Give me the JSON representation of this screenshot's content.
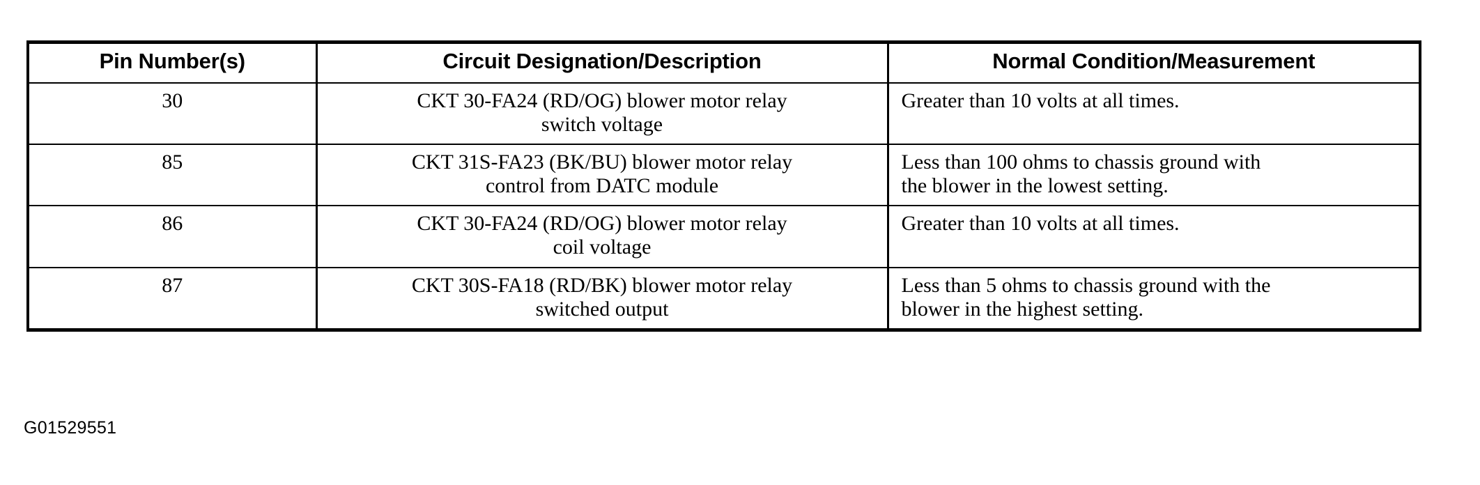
{
  "table": {
    "headers": [
      "Pin Number(s)",
      "Circuit Designation/Description",
      "Normal Condition/Measurement"
    ],
    "rows": [
      {
        "pin": "30",
        "description_line1": "CKT 30-FA24 (RD/OG) blower motor relay",
        "description_line2": "switch voltage",
        "normal_line1": "Greater than 10 volts at all times.",
        "normal_line2": ""
      },
      {
        "pin": "85",
        "description_line1": "CKT 31S-FA23 (BK/BU) blower motor relay",
        "description_line2": "control from DATC module",
        "normal_line1": "Less than 100 ohms to chassis ground with",
        "normal_line2": "the blower in the lowest setting."
      },
      {
        "pin": "86",
        "description_line1": "CKT 30-FA24 (RD/OG) blower motor relay",
        "description_line2": "coil voltage",
        "normal_line1": "Greater than 10 volts at all times.",
        "normal_line2": ""
      },
      {
        "pin": "87",
        "description_line1": "CKT 30S-FA18 (RD/BK) blower motor relay",
        "description_line2": "switched output",
        "normal_line1": "Less than 5 ohms to chassis ground with the",
        "normal_line2": "blower in the highest setting."
      }
    ]
  },
  "figure_code": "G01529551",
  "colors": {
    "text": "#000000",
    "background": "#ffffff",
    "rule": "#000000"
  }
}
